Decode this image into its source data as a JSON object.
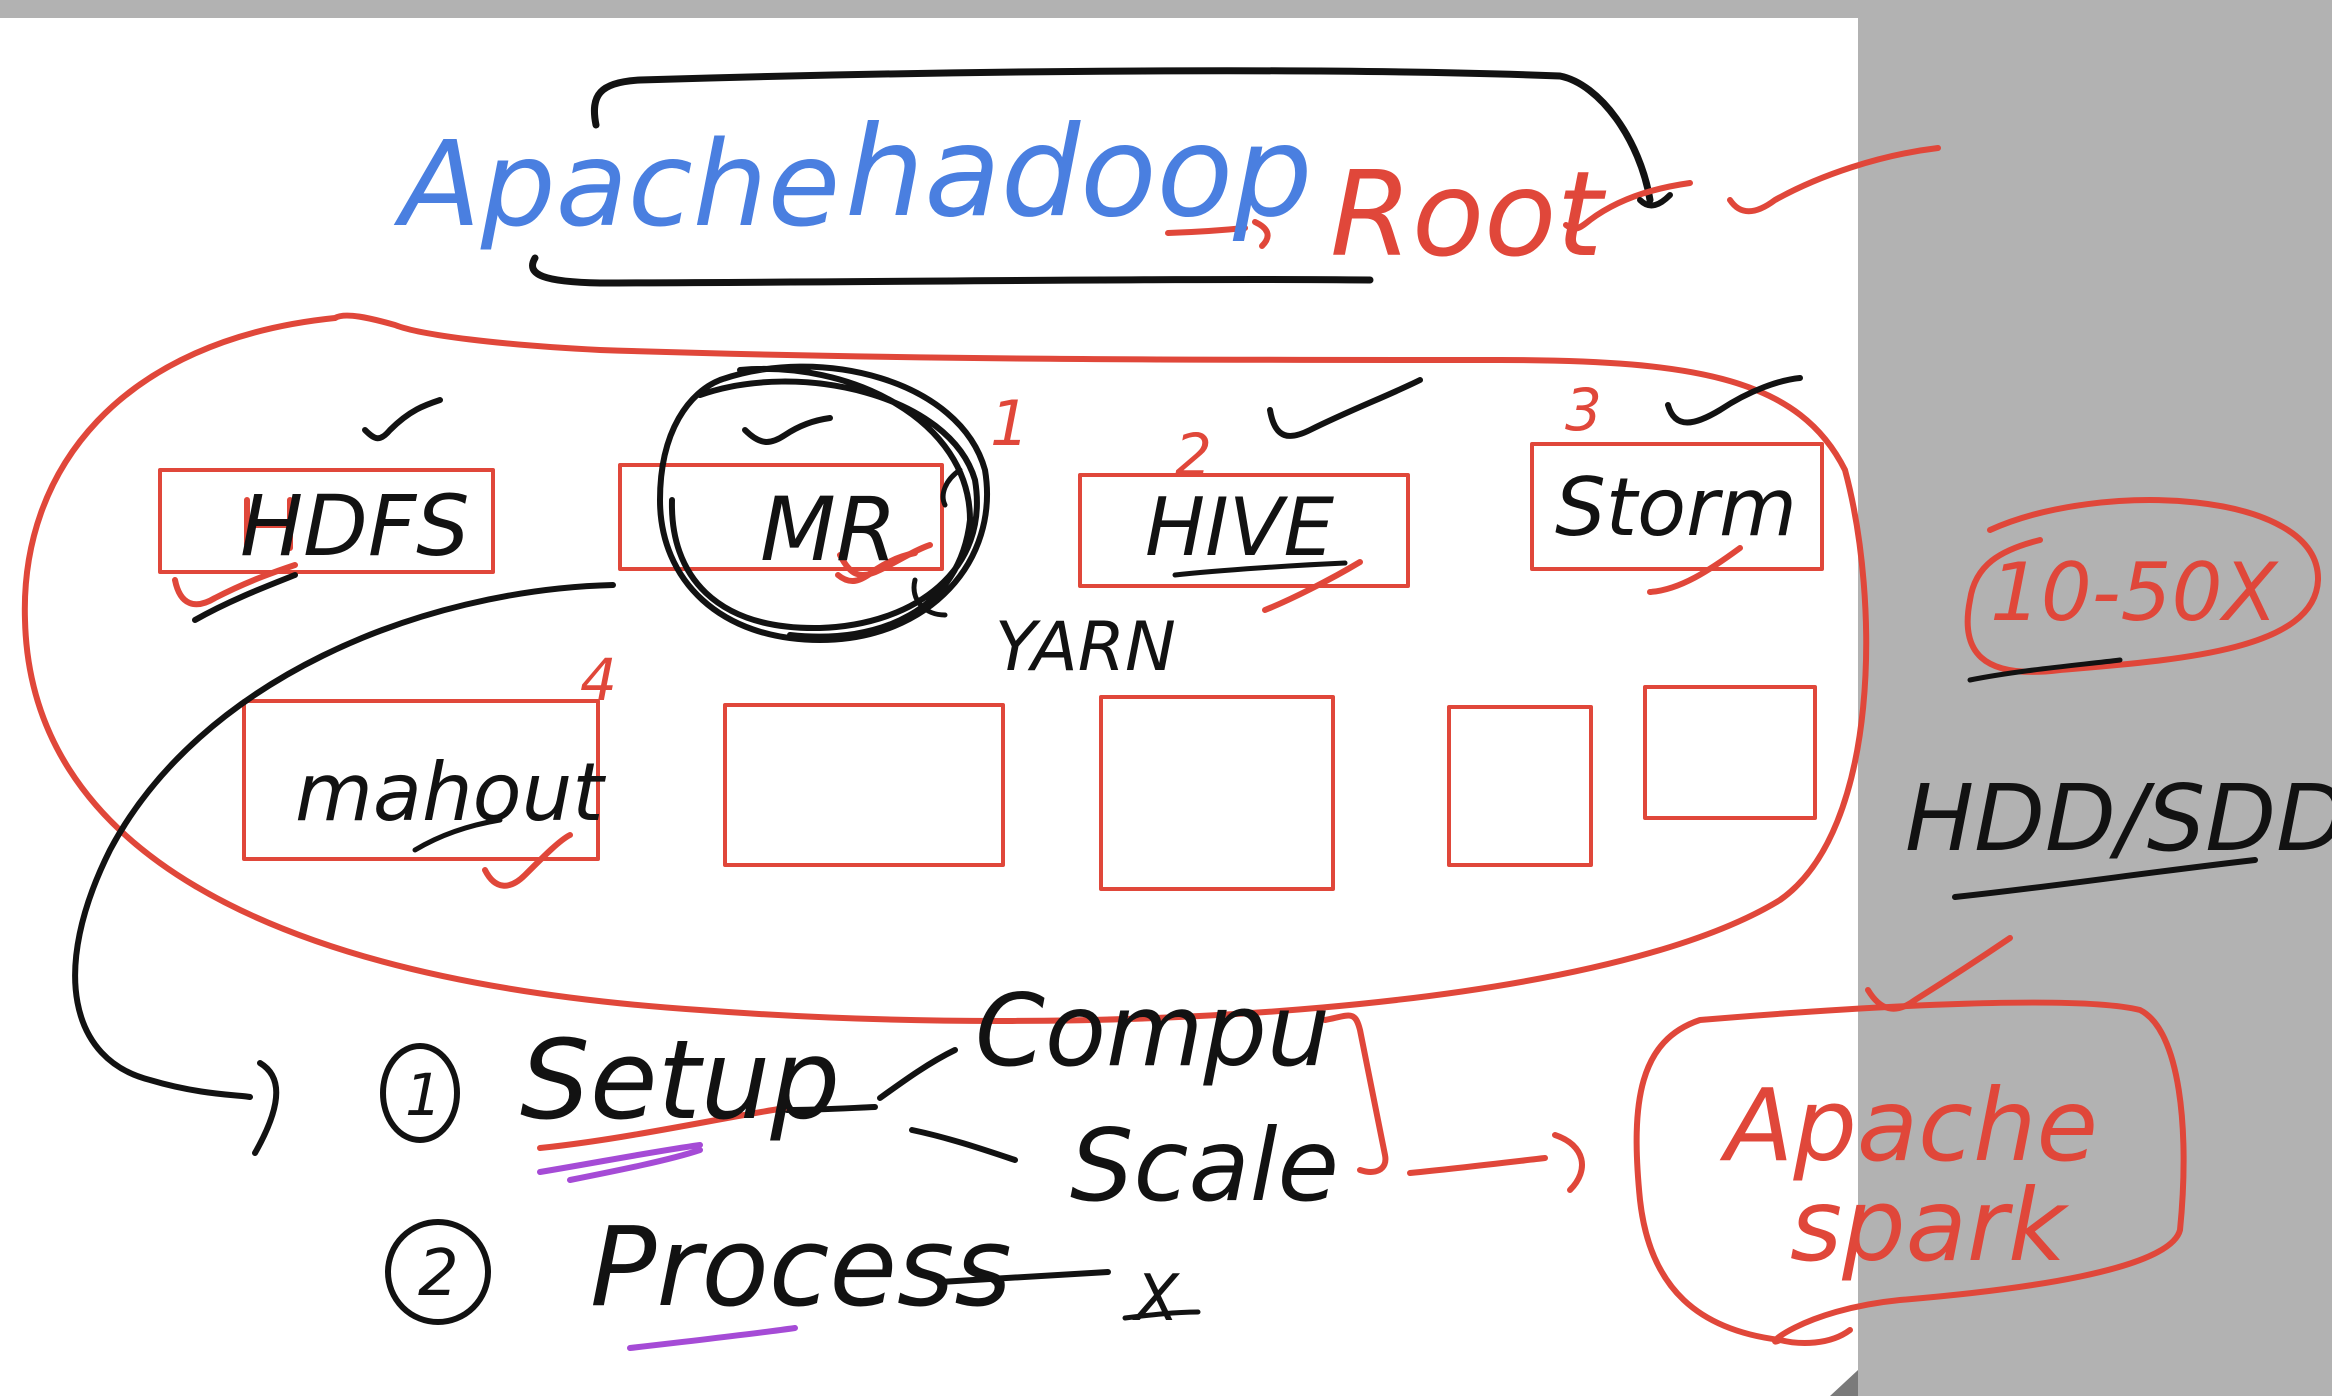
{
  "canvas": {
    "background": "#b2b2b2",
    "board_color": "#ffffff",
    "colors": {
      "black": "#121212",
      "red": "#e0473a",
      "blue": "#4a7fe0",
      "purple": "#a54bd6"
    }
  },
  "title": {
    "part1": "Apache",
    "part2": "hadoop",
    "arrow_target": "Root"
  },
  "components": {
    "hdfs": "HDFS",
    "mr": "MR",
    "hive": "HIVE",
    "storm": "Storm",
    "mahout": "mahout",
    "yarn": "YARN"
  },
  "component_numbers": {
    "mr": "1",
    "hive": "2",
    "storm": "3",
    "mahout": "4"
  },
  "steps": {
    "one_marker": "1",
    "one_label": "Setup",
    "two_marker": "2",
    "two_label": "Process",
    "compute": "Compu",
    "scale": "Scale",
    "cross": "X"
  },
  "side": {
    "tenx": "10-50X",
    "hdd_ssd": "HDD/SDD",
    "spark_line1": "Apache",
    "spark_line2": "spark"
  }
}
